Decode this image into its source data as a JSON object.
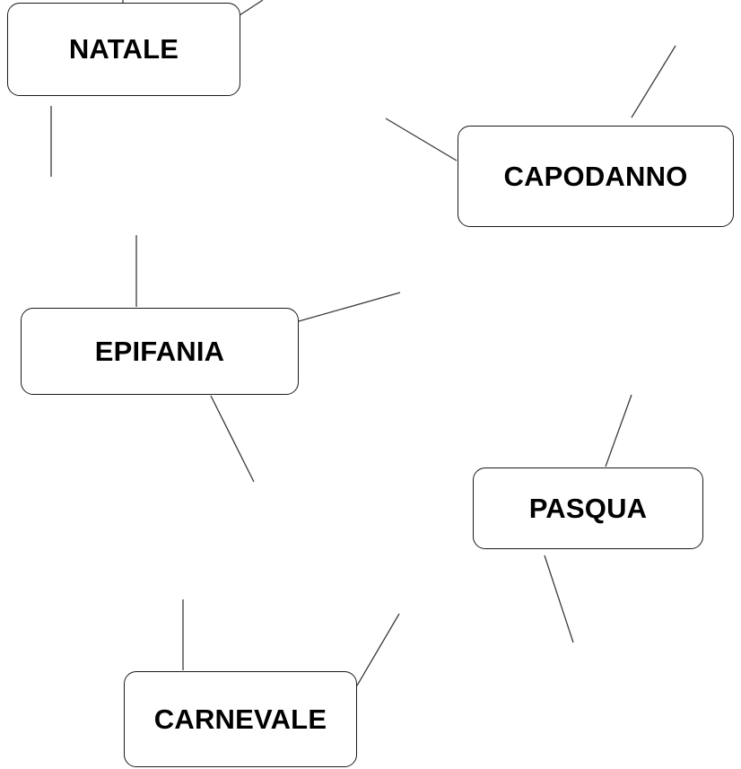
{
  "diagram": {
    "nodes": [
      {
        "id": "natale",
        "label": "NATALE"
      },
      {
        "id": "capodanno",
        "label": "CAPODANNO"
      },
      {
        "id": "epifania",
        "label": "EPIFANIA"
      },
      {
        "id": "pasqua",
        "label": "PASQUA"
      },
      {
        "id": "carnevale",
        "label": "CARNEVALE"
      }
    ],
    "style": {
      "border_color": "#1a1a1a",
      "line_color": "#3a3a3a",
      "text_color": "#000000",
      "background": "#ffffff"
    }
  }
}
